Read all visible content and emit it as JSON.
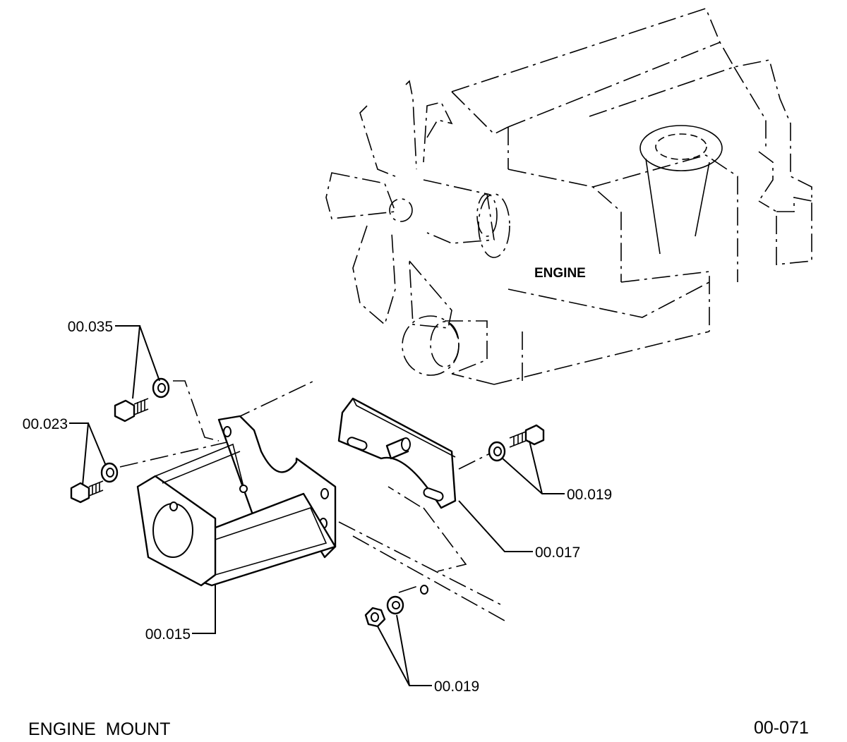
{
  "diagram": {
    "engine_label": "ENGINE",
    "callouts": {
      "washer_bolt_upper": "00.035",
      "washer_bolt_lower": "00.023",
      "bracket": "00.015",
      "plate": "00.017",
      "bolt_washer_right": "00.019",
      "nut_washer_bottom": "00.019"
    }
  },
  "footer": {
    "title": "ENGINE  MOUNT",
    "page_code": "00-071"
  }
}
